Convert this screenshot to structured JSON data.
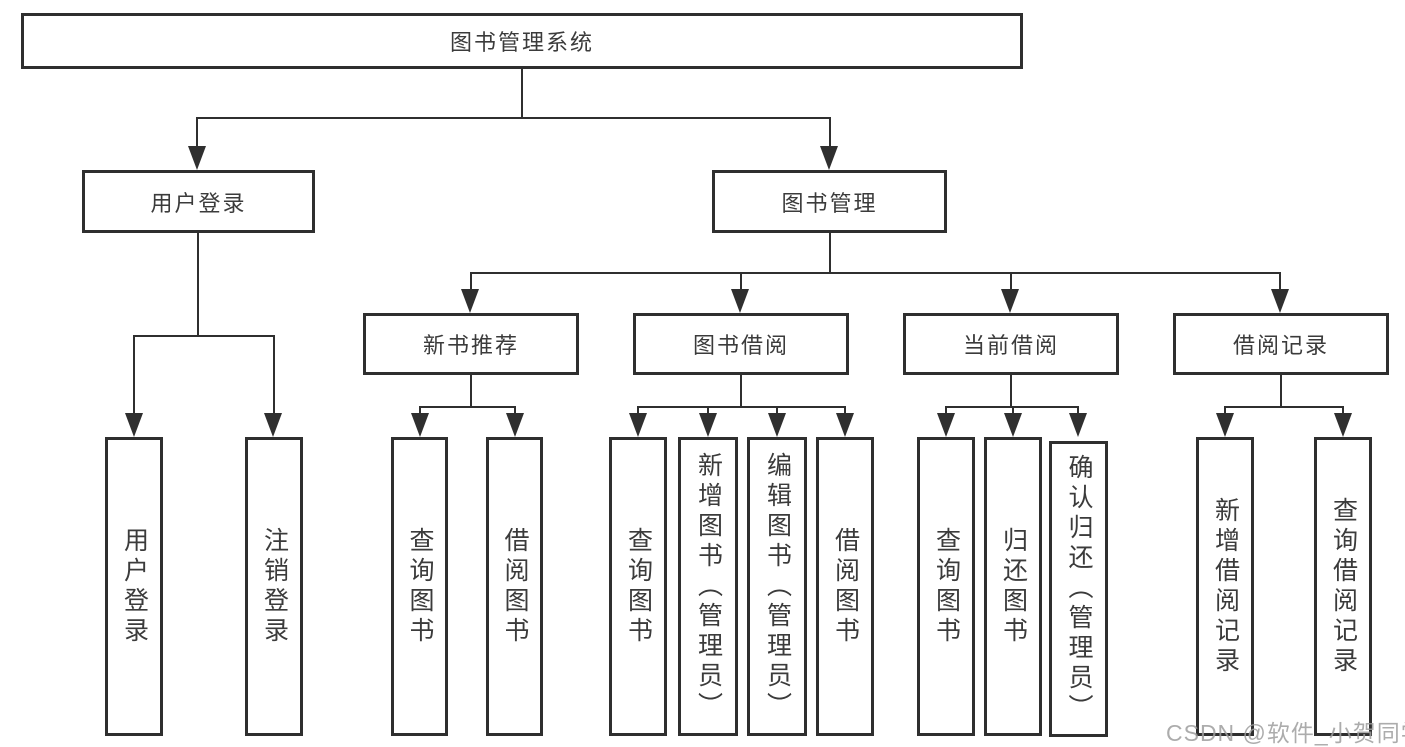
{
  "diagram": {
    "title": "图书管理系统",
    "root": {
      "label": "图书管理系统"
    },
    "level2": {
      "user_login": {
        "label": "用户登录"
      },
      "book_management": {
        "label": "图书管理"
      }
    },
    "level3": {
      "new_book_recommend": {
        "label": "新书推荐"
      },
      "book_borrow": {
        "label": "图书借阅"
      },
      "current_borrow": {
        "label": "当前借阅"
      },
      "borrow_records": {
        "label": "借阅记录"
      }
    },
    "leaves": {
      "user_login": {
        "label": "用户登录"
      },
      "logout": {
        "label": "注销登录"
      },
      "newbook_query": {
        "label": "查询图书"
      },
      "newbook_borrow": {
        "label": "借阅图书"
      },
      "borrow_query": {
        "label": "查询图书"
      },
      "borrow_add": {
        "label": "新增图书（管理员）"
      },
      "borrow_edit": {
        "label": "编辑图书（管理员）"
      },
      "borrow_borrow": {
        "label": "借阅图书"
      },
      "current_query": {
        "label": "查询图书"
      },
      "current_return": {
        "label": "归还图书"
      },
      "current_confirm": {
        "label": "确认归还（管理员）"
      },
      "records_add": {
        "label": "新增借阅记录"
      },
      "records_query": {
        "label": "查询借阅记录"
      }
    }
  },
  "watermark": {
    "text": "CSDN @软件_小贺同学"
  },
  "colors": {
    "line": "#2f2f2f",
    "border": "#2f2f2f",
    "text": "#3b3b3b",
    "background": "#ffffff",
    "watermark": "#9e9e9e"
  }
}
